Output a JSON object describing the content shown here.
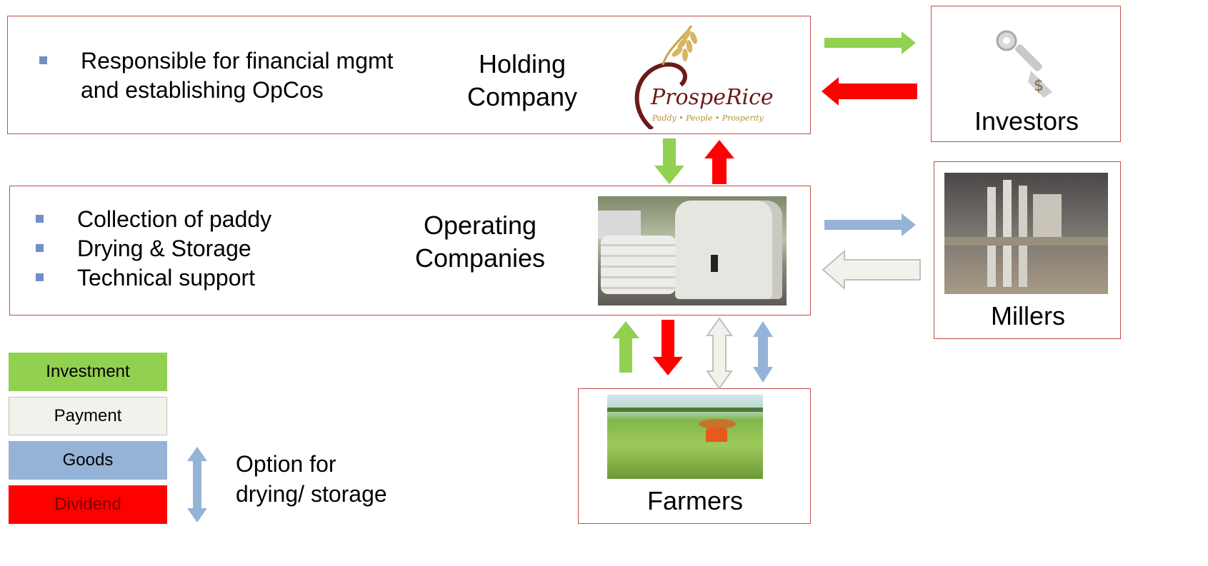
{
  "holding": {
    "bullets": [
      "Responsible for financial mgmt and establishing OpCos"
    ],
    "title_line1": "Holding",
    "title_line2": "Company",
    "logo": {
      "brand": "ProspeRice",
      "tagline": "Paddy • People • Prosperity",
      "icon": "rice-stalk-logo"
    }
  },
  "opco": {
    "bullets": [
      "Collection of paddy",
      "Drying & Storage",
      "Technical support"
    ],
    "title_line1": "Operating",
    "title_line2": "Companies"
  },
  "investors": {
    "label": "Investors",
    "icon": "key-with-dollar-icon"
  },
  "millers": {
    "label": "Millers"
  },
  "farmers": {
    "label": "Farmers"
  },
  "legend": {
    "investment": "Investment",
    "payment": "Payment",
    "goods": "Goods",
    "dividend": "Dividend",
    "option_line1": "Option for",
    "option_line2": "drying/ storage"
  },
  "colors": {
    "investment": "#92d050",
    "payment": "#f2f2ec",
    "goods": "#95b3d7",
    "dividend": "#ff0000",
    "box_border": "#c0504d",
    "bullet": "#6f8fc6"
  }
}
